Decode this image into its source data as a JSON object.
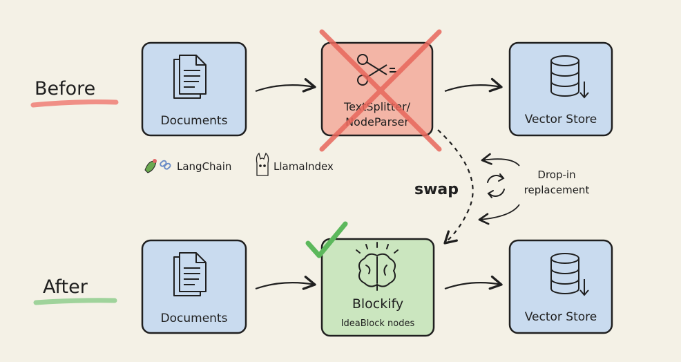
{
  "rows": {
    "before": {
      "label": "Before",
      "underline_color": "#f08f86"
    },
    "after": {
      "label": "After",
      "underline_color": "#9fd39b"
    }
  },
  "before_row": {
    "documents": {
      "label": "Documents",
      "icon": "document-stack-icon",
      "fill": "#c9dbef"
    },
    "splitter": {
      "label_line1": "TextSplitter/",
      "label_line2": "NodeParser",
      "icon": "scissors-icon",
      "fill": "#f3b5a6",
      "status": "crossed-out"
    },
    "store": {
      "label": "Vector Store",
      "icon": "database-icon",
      "fill": "#c9dbef"
    }
  },
  "after_row": {
    "documents": {
      "label": "Documents",
      "icon": "document-stack-icon",
      "fill": "#c9dbef"
    },
    "blockify": {
      "label": "Blockify",
      "sublabel": "IdeaBlock nodes",
      "icon": "brain-icon",
      "fill": "#cbe6bf",
      "status": "checked"
    },
    "store": {
      "label": "Vector Store",
      "icon": "database-icon",
      "fill": "#c9dbef"
    }
  },
  "frameworks": [
    {
      "name": "LangChain",
      "icon": "parrot-link-icon"
    },
    {
      "name": "LlamaIndex",
      "icon": "llama-icon"
    }
  ],
  "swap": {
    "label": "swap",
    "note_line1": "Drop-in",
    "note_line2": "replacement",
    "icon": "refresh-cycle-icon"
  },
  "colors": {
    "background": "#f4f1e6",
    "ink": "#1f1f1f",
    "cross": "#e8675c",
    "check": "#5cb85c"
  }
}
